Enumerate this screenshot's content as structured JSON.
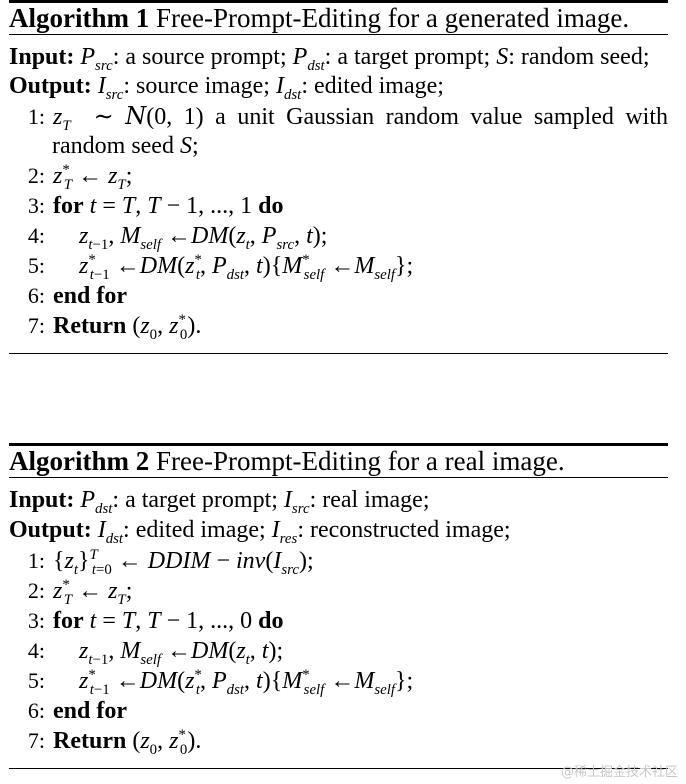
{
  "algorithm1": {
    "label": "Algorithm 1",
    "title": "Free-Prompt-Editing for a generated image.",
    "input_kw": "Input:",
    "input_text_a": ": a source prompt; ",
    "input_text_b": ": a target prompt; ",
    "input_text_c": ": random seed;",
    "output_kw": "Output:",
    "output_text_a": ": source image; ",
    "output_text_b": ": edited image;",
    "l1_num": "1:",
    "l1_text": "a unit Gaussian random value sampled with random seed",
    "l2_num": "2:",
    "l3_num": "3:",
    "l3_kw_for": "for",
    "l3_range": "1",
    "l3_kw_do": "do",
    "l4_num": "4:",
    "l5_num": "5:",
    "l6_num": "6:",
    "l6_kw": "end for",
    "l7_num": "7:",
    "l7_kw": "Return"
  },
  "algorithm2": {
    "label": "Algorithm 2",
    "title": "Free-Prompt-Editing for a real image.",
    "input_kw": "Input:",
    "input_text_a": ": a target prompt; ",
    "input_text_b": ": real image;",
    "output_kw": "Output:",
    "output_text_a": ": edited image; ",
    "output_text_b": ": reconstructed image;",
    "l1_num": "1:",
    "l2_num": "2:",
    "l3_num": "3:",
    "l3_kw_for": "for",
    "l3_range": "0",
    "l3_kw_do": "do",
    "l4_num": "4:",
    "l5_num": "5:",
    "l6_num": "6:",
    "l6_kw": "end for",
    "l7_num": "7:",
    "l7_kw": "Return"
  },
  "watermark": "@稀土掘金技术社区"
}
